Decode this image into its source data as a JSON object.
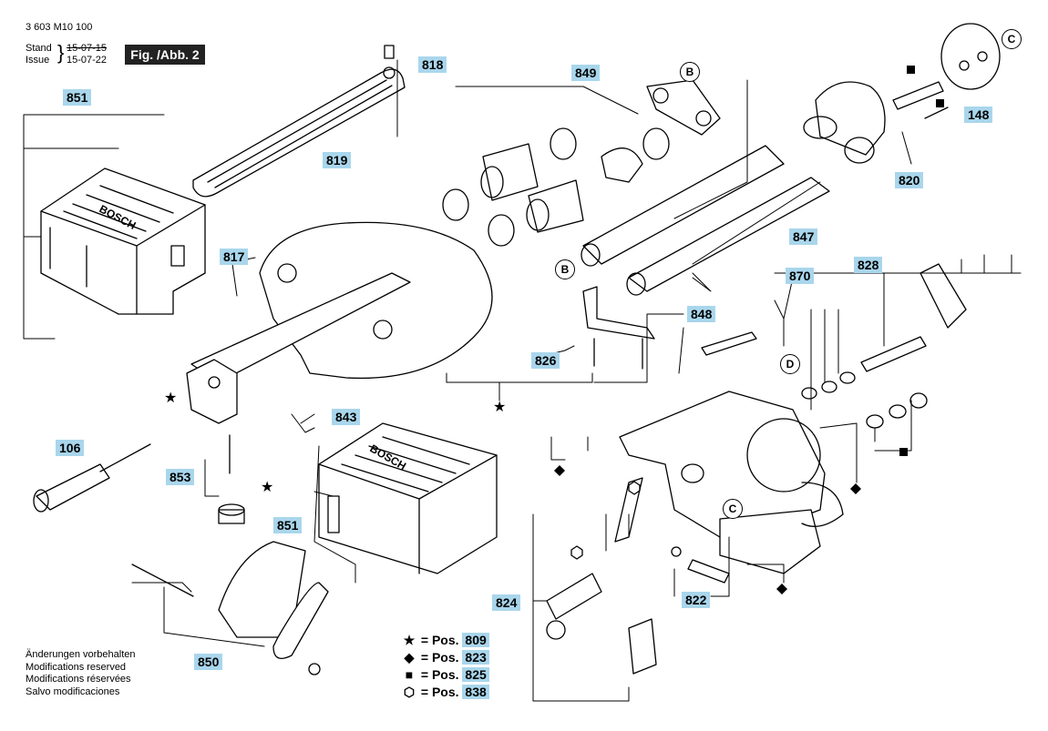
{
  "header": {
    "doc_number": "3 603 M10 100",
    "stand_label": "Stand",
    "stand_date": "15-07-15",
    "issue_label": "Issue",
    "issue_date": "15-07-22",
    "figure": "Fig. /Abb. 2"
  },
  "callouts": {
    "c818": "818",
    "c849": "849",
    "c851a": "851",
    "c819": "819",
    "c817": "817",
    "c148": "148",
    "c820": "820",
    "c847": "847",
    "c828": "828",
    "c870": "870",
    "c848": "848",
    "c826": "826",
    "c843": "843",
    "c106": "106",
    "c853": "853",
    "c851b": "851",
    "c824": "824",
    "c822": "822",
    "c850": "850"
  },
  "circle_labels": {
    "b1": "B",
    "b2": "B",
    "c1": "C",
    "c2": "C",
    "d1": "D"
  },
  "legend": [
    {
      "symbol": "★",
      "text": "= Pos.",
      "code": "809"
    },
    {
      "symbol": "◆",
      "text": "= Pos.",
      "code": "823"
    },
    {
      "symbol": "■",
      "text": "= Pos.",
      "code": "825"
    },
    {
      "symbol": "⬡",
      "text": "= Pos.",
      "code": "838"
    }
  ],
  "notes": [
    "Änderungen vorbehalten",
    "Modifications reserved",
    "Modifications réservées",
    "Salvo modificaciones"
  ],
  "engraving": {
    "brand_a": "BOSCH",
    "brand_b": "BOSCH"
  }
}
